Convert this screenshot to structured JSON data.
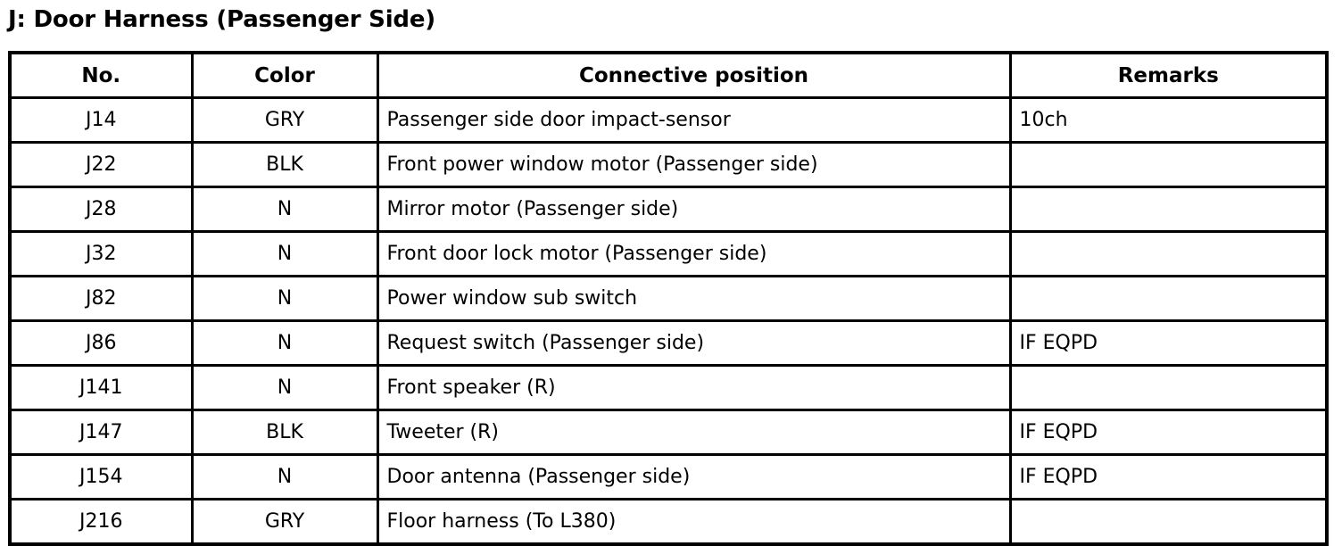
{
  "document": {
    "title": "J: Door Harness (Passenger Side)"
  },
  "table": {
    "columns": [
      {
        "key": "no",
        "label": "No."
      },
      {
        "key": "color",
        "label": "Color"
      },
      {
        "key": "position",
        "label": "Connective position"
      },
      {
        "key": "remarks",
        "label": "Remarks"
      }
    ],
    "rows": [
      {
        "no": "J14",
        "color": "GRY",
        "position": "Passenger side door impact-sensor",
        "remarks": "10ch"
      },
      {
        "no": "J22",
        "color": "BLK",
        "position": "Front power window motor (Passenger side)",
        "remarks": ""
      },
      {
        "no": "J28",
        "color": "N",
        "position": "Mirror motor (Passenger side)",
        "remarks": ""
      },
      {
        "no": "J32",
        "color": "N",
        "position": "Front door lock motor (Passenger side)",
        "remarks": ""
      },
      {
        "no": "J82",
        "color": "N",
        "position": "Power window sub switch",
        "remarks": ""
      },
      {
        "no": "J86",
        "color": "N",
        "position": "Request switch (Passenger side)",
        "remarks": "IF EQPD"
      },
      {
        "no": "J141",
        "color": "N",
        "position": "Front speaker (R)",
        "remarks": ""
      },
      {
        "no": "J147",
        "color": "BLK",
        "position": "Tweeter (R)",
        "remarks": "IF EQPD"
      },
      {
        "no": "J154",
        "color": "N",
        "position": "Door antenna (Passenger side)",
        "remarks": "IF EQPD"
      },
      {
        "no": "J216",
        "color": "GRY",
        "position": "Floor harness (To L380)",
        "remarks": ""
      }
    ]
  },
  "colors": {
    "text": "#000000",
    "background": "#ffffff",
    "border": "#000000"
  }
}
